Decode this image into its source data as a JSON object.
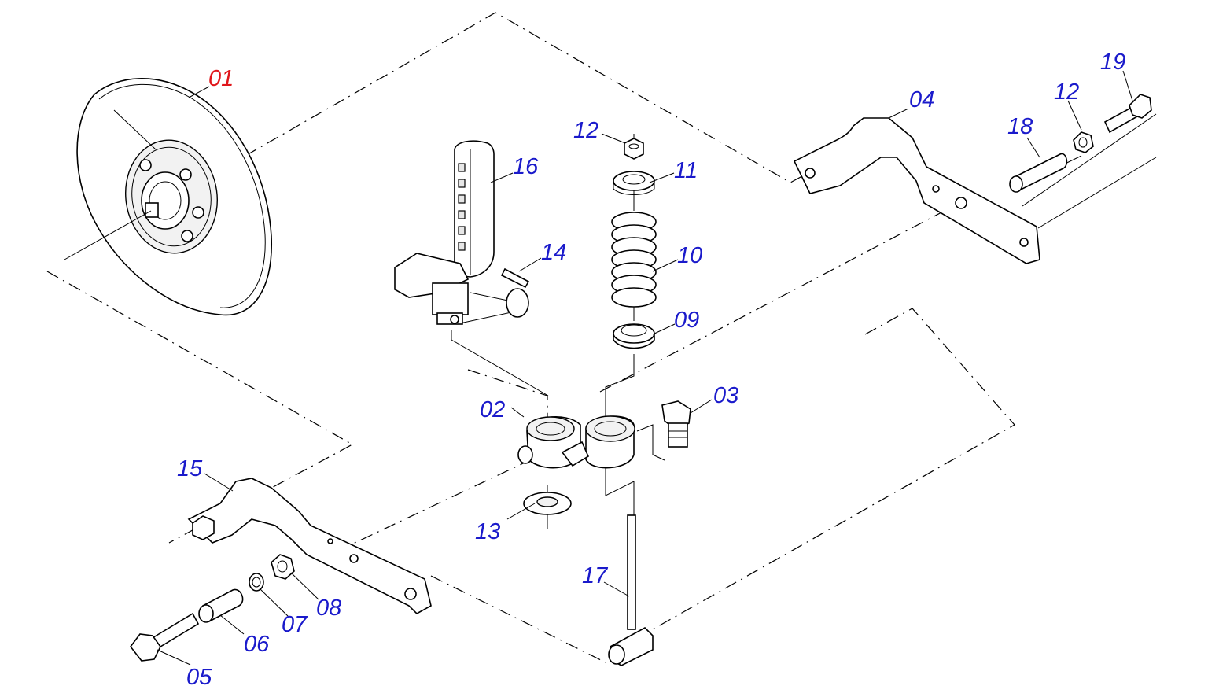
{
  "diagram": {
    "colors": {
      "highlight": "#e0161b",
      "callout": "#1a1acb",
      "line": "#000000"
    },
    "callouts": [
      {
        "id": "01",
        "text": "01",
        "highlighted": true
      },
      {
        "id": "02",
        "text": "02"
      },
      {
        "id": "03",
        "text": "03"
      },
      {
        "id": "04",
        "text": "04"
      },
      {
        "id": "05",
        "text": "05"
      },
      {
        "id": "06",
        "text": "06"
      },
      {
        "id": "07",
        "text": "07"
      },
      {
        "id": "08",
        "text": "08"
      },
      {
        "id": "09",
        "text": "09"
      },
      {
        "id": "10",
        "text": "10"
      },
      {
        "id": "11",
        "text": "11"
      },
      {
        "id": "12a",
        "text": "12"
      },
      {
        "id": "12b",
        "text": "12"
      },
      {
        "id": "13",
        "text": "13"
      },
      {
        "id": "14",
        "text": "14"
      },
      {
        "id": "15",
        "text": "15"
      },
      {
        "id": "16",
        "text": "16"
      },
      {
        "id": "17",
        "text": "17"
      },
      {
        "id": "18",
        "text": "18"
      },
      {
        "id": "19",
        "text": "19"
      }
    ]
  }
}
